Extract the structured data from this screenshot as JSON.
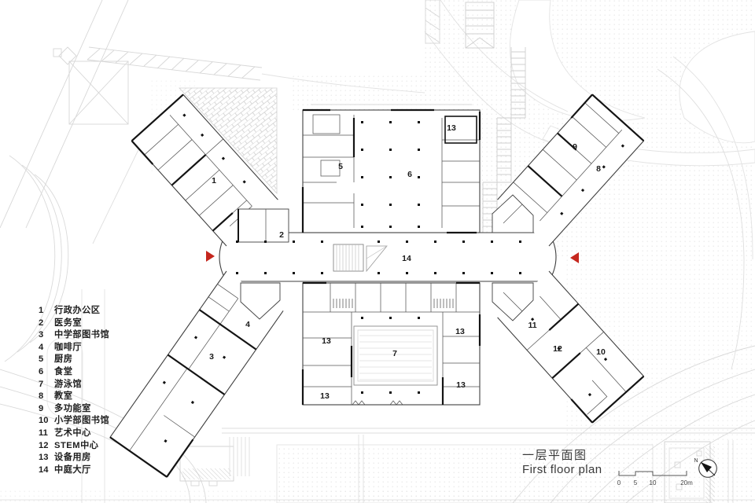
{
  "colors": {
    "accent_red": "#c5271e"
  },
  "legend": {
    "items": [
      {
        "num": "1",
        "label": "行政办公区"
      },
      {
        "num": "2",
        "label": "医务室"
      },
      {
        "num": "3",
        "label": "中学部图书馆"
      },
      {
        "num": "4",
        "label": "咖啡厅"
      },
      {
        "num": "5",
        "label": "厨房"
      },
      {
        "num": "6",
        "label": "食堂"
      },
      {
        "num": "7",
        "label": "游泳馆"
      },
      {
        "num": "8",
        "label": "教室"
      },
      {
        "num": "9",
        "label": "多功能室"
      },
      {
        "num": "10",
        "label": "小学部图书馆"
      },
      {
        "num": "11",
        "label": "艺术中心"
      },
      {
        "num": "12",
        "label": "STEM中心"
      },
      {
        "num": "13",
        "label": "设备用房"
      },
      {
        "num": "14",
        "label": "中庭大厅"
      }
    ]
  },
  "plan": {
    "marks": {
      "m1": "1",
      "m2": "2",
      "m3": "3",
      "m4": "4",
      "m5": "5",
      "m6": "6",
      "m7": "7",
      "m8": "8",
      "m9": "9",
      "m10": "10",
      "m11": "11",
      "m12": "12",
      "m13": "13",
      "m14": "14"
    }
  },
  "title": {
    "zh": "一层平面图",
    "en": "First floor plan"
  },
  "scale_bar": {
    "t0": "0",
    "t5": "5",
    "t10": "10",
    "t20": "20m"
  },
  "compass": {
    "north": "N"
  }
}
